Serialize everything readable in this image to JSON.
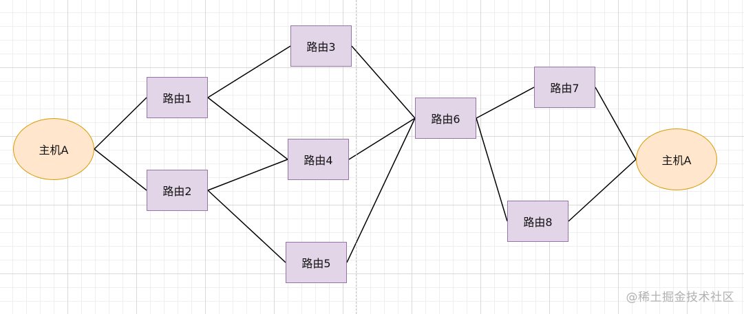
{
  "nodes": {
    "host_left": "主机A",
    "r1": "路由1",
    "r2": "路由2",
    "r3": "路由3",
    "r4": "路由4",
    "r5": "路由5",
    "r6": "路由6",
    "r7": "路由7",
    "r8": "路由8",
    "host_right": "主机A"
  },
  "edges": [
    [
      "host_left",
      "r1"
    ],
    [
      "host_left",
      "r2"
    ],
    [
      "r1",
      "r3"
    ],
    [
      "r1",
      "r4"
    ],
    [
      "r2",
      "r4"
    ],
    [
      "r2",
      "r5"
    ],
    [
      "r3",
      "r6"
    ],
    [
      "r4",
      "r6"
    ],
    [
      "r5",
      "r6"
    ],
    [
      "r6",
      "r7"
    ],
    [
      "r6",
      "r8"
    ],
    [
      "r7",
      "host_right"
    ],
    [
      "r8",
      "host_right"
    ]
  ],
  "colors": {
    "router_fill": "#e1d5e7",
    "router_stroke": "#9673a6",
    "host_fill": "#ffe6cc",
    "host_stroke": "#d79b00",
    "edge": "#000000"
  },
  "watermark": "@稀土掘金技术社区"
}
